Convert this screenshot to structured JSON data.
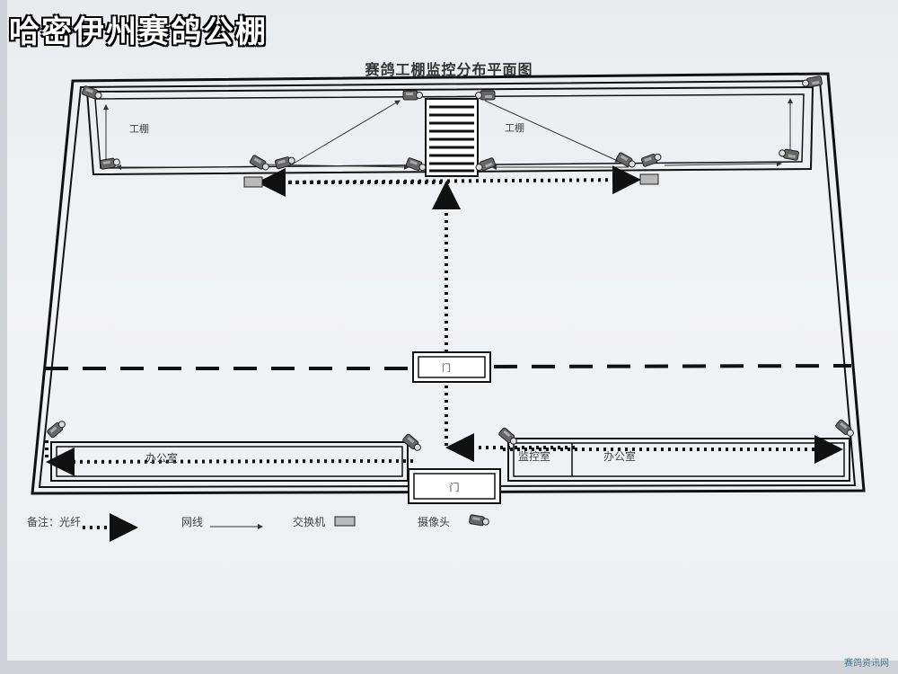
{
  "banner": "哈密伊州赛鸽公棚",
  "title": "赛鸽工棚监控分布平面图",
  "areas": {
    "shed_left": "工棚",
    "shed_right": "工棚",
    "office_left": "办公室",
    "monitor_room": "监控室",
    "office_right": "办公室",
    "gate_bottom": "门"
  },
  "legend": {
    "note_label": "备注：",
    "fiber": "光纤",
    "cable": "网线",
    "switch": "交换机",
    "camera": "摄像头"
  },
  "watermark": "赛鸽资讯网",
  "colors": {
    "line": "#111111",
    "switch": "#b9b9b9"
  }
}
